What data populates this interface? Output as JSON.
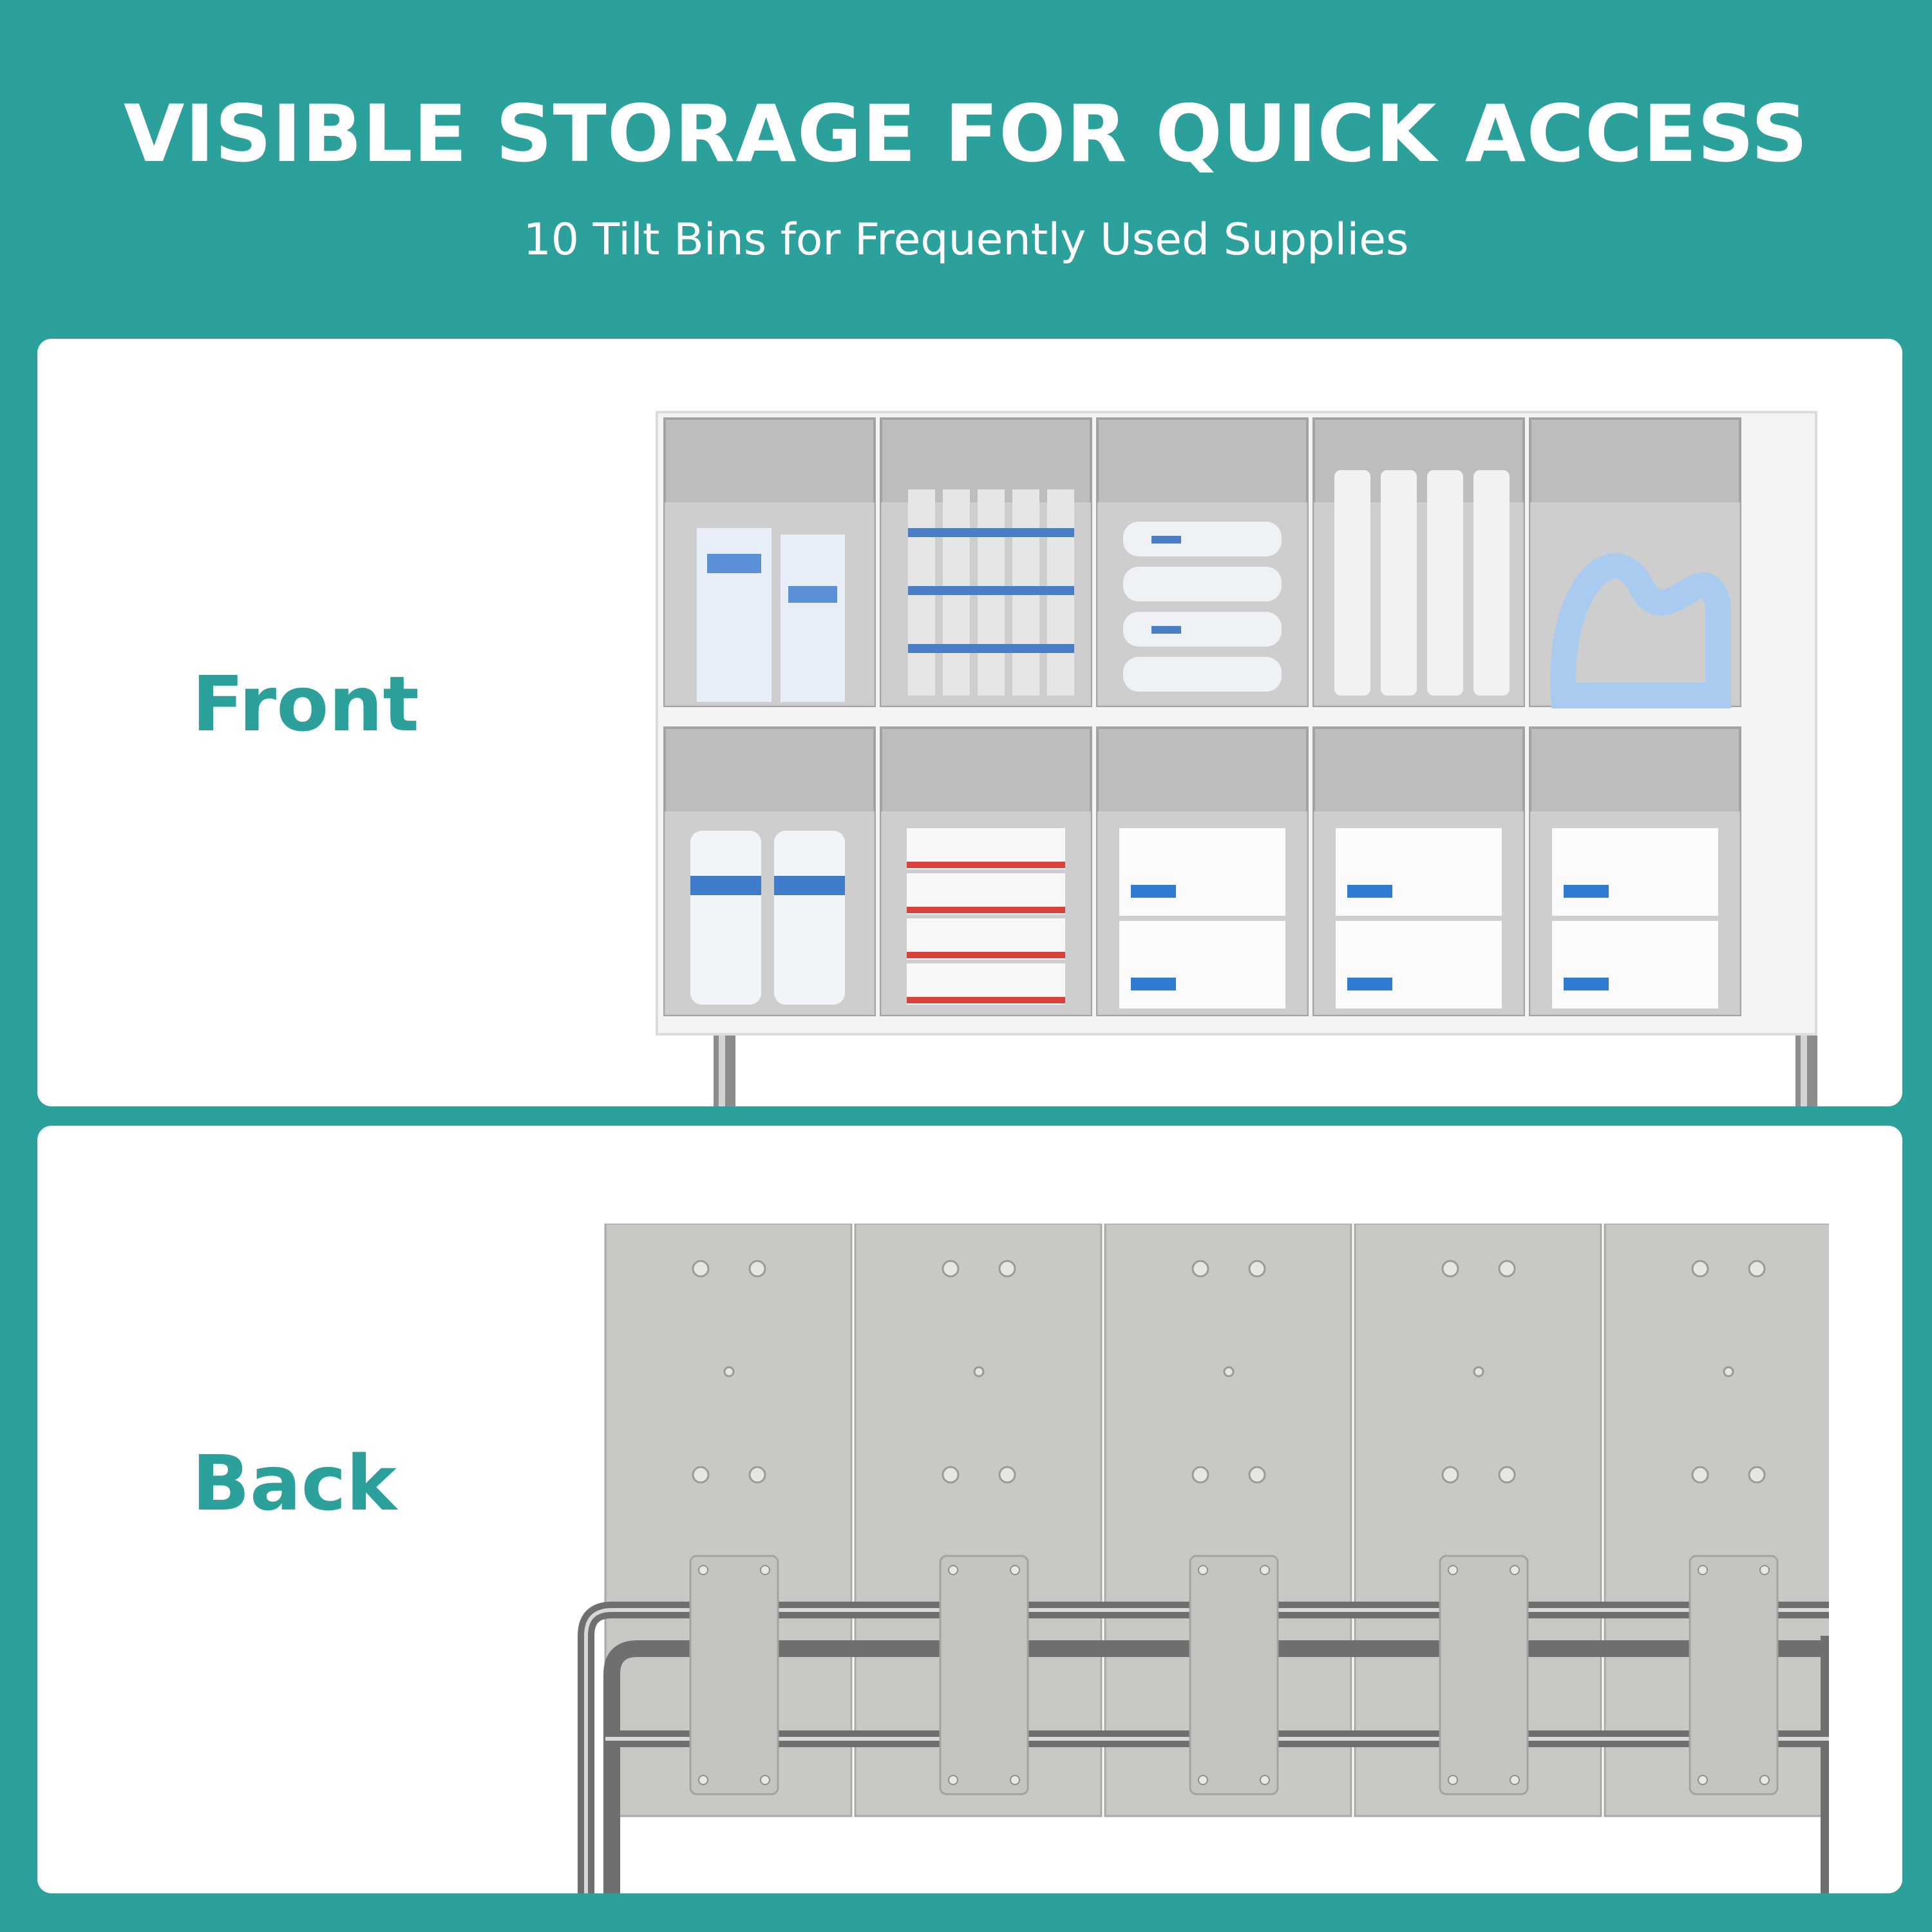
{
  "heading": {
    "title": "VISIBLE STORAGE FOR QUICK ACCESS",
    "subtitle": "10 Tilt Bins for Frequently Used Supplies"
  },
  "views": {
    "front_label": "Front",
    "back_label": "Back"
  },
  "colors": {
    "background": "#2ca19b",
    "panel": "#ffffff",
    "label": "#2ca19b"
  }
}
